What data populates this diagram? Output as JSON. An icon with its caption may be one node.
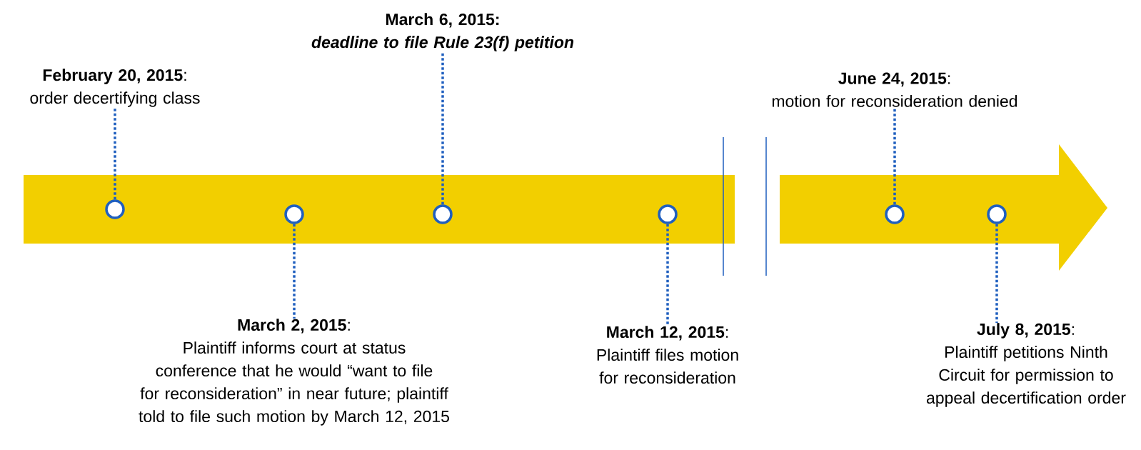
{
  "diagram": {
    "nodes": [
      {
        "text": [
          "**February 20, 2015**:",
          "order decertifying class"
        ]
      },
      {
        "text": [
          "**March 2, 2015**:",
          "Plaintiff informs court at status conference that he would “want to file for reconsideration” in near future; plaintiff told to file such motion by March 12, 2015"
        ]
      },
      {
        "text": [
          "**March 6, 2015:**",
          "*deadline to file Rule 23(f) petition*"
        ]
      },
      {
        "text": [
          "**March 12, 2015**:",
          "Plaintiff files motion for reconsideration"
        ]
      },
      {
        "text": [
          "**June 24, 2015**:",
          "motion for reconsideration denied"
        ]
      },
      {
        "text": [
          "**July 8, 2015**:",
          "Plaintiff petitions Ninth Circuit for permission to appeal decertification order"
        ]
      },
      {
        "text": [],
        "shape": "circle"
      },
      {
        "text": [],
        "shape": "circle"
      },
      {
        "text": [],
        "shape": "circle"
      },
      {
        "text": [],
        "shape": "circle"
      },
      {
        "text": [],
        "shape": "circle"
      },
      {
        "text": [],
        "shape": "circle"
      }
    ],
    "edges": [
      {
        "from": 6,
        "to": 0,
        "arrow": "none"
      },
      {
        "from": 7,
        "to": 1,
        "arrow": "none"
      },
      {
        "from": 8,
        "to": 2,
        "arrow": "none"
      },
      {
        "from": 9,
        "to": 3,
        "arrow": "none"
      },
      {
        "from": 10,
        "to": 4,
        "arrow": "none"
      },
      {
        "from": 11,
        "to": 5,
        "arrow": "none"
      }
    ]
  }
}
